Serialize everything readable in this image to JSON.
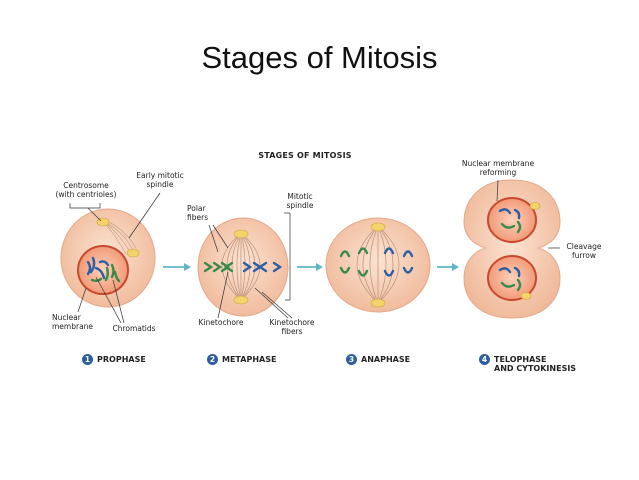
{
  "page_title": "Stages of Mitosis",
  "diagram": {
    "heading": "STAGES OF MITOSIS",
    "labels": {
      "centrosome": [
        "Centrosome",
        "(with centrioles)"
      ],
      "early_spindle": [
        "Early mitotic",
        "spindle"
      ],
      "polar_fibers": [
        "Polar",
        "fibers"
      ],
      "mitotic_spindle": [
        "Mitotic",
        "spindle"
      ],
      "nuclear_membrane_reforming": [
        "Nuclear membrane",
        "reforming"
      ],
      "cleavage_furrow": [
        "Cleavage",
        "furrow"
      ],
      "nuclear_membrane": [
        "Nuclear",
        "membrane"
      ],
      "chromatids": [
        "Chromatids"
      ],
      "kinetochore": [
        "Kinetochore"
      ],
      "kinetochore_fibers": [
        "Kinetochore",
        "fibers"
      ]
    },
    "stages": [
      {
        "number": "1",
        "name": [
          "PROPHASE"
        ]
      },
      {
        "number": "2",
        "name": [
          "METAPHASE"
        ]
      },
      {
        "number": "3",
        "name": [
          "ANAPHASE"
        ]
      },
      {
        "number": "4",
        "name": [
          "TELOPHASE",
          "AND CYTOKINESIS"
        ]
      }
    ],
    "colors": {
      "cytoplasm": "#f6cdb2",
      "cell_edge": "#e3a88a",
      "nucleus": "#f2a07e",
      "nucleus_edge": "#c8492e",
      "chromatid_blue": "#2e5fa3",
      "chromatid_green": "#3b8a4b",
      "centrosome": "#f4d36a",
      "arrow": "#5fb6c9",
      "fiber": "#b99079"
    }
  }
}
